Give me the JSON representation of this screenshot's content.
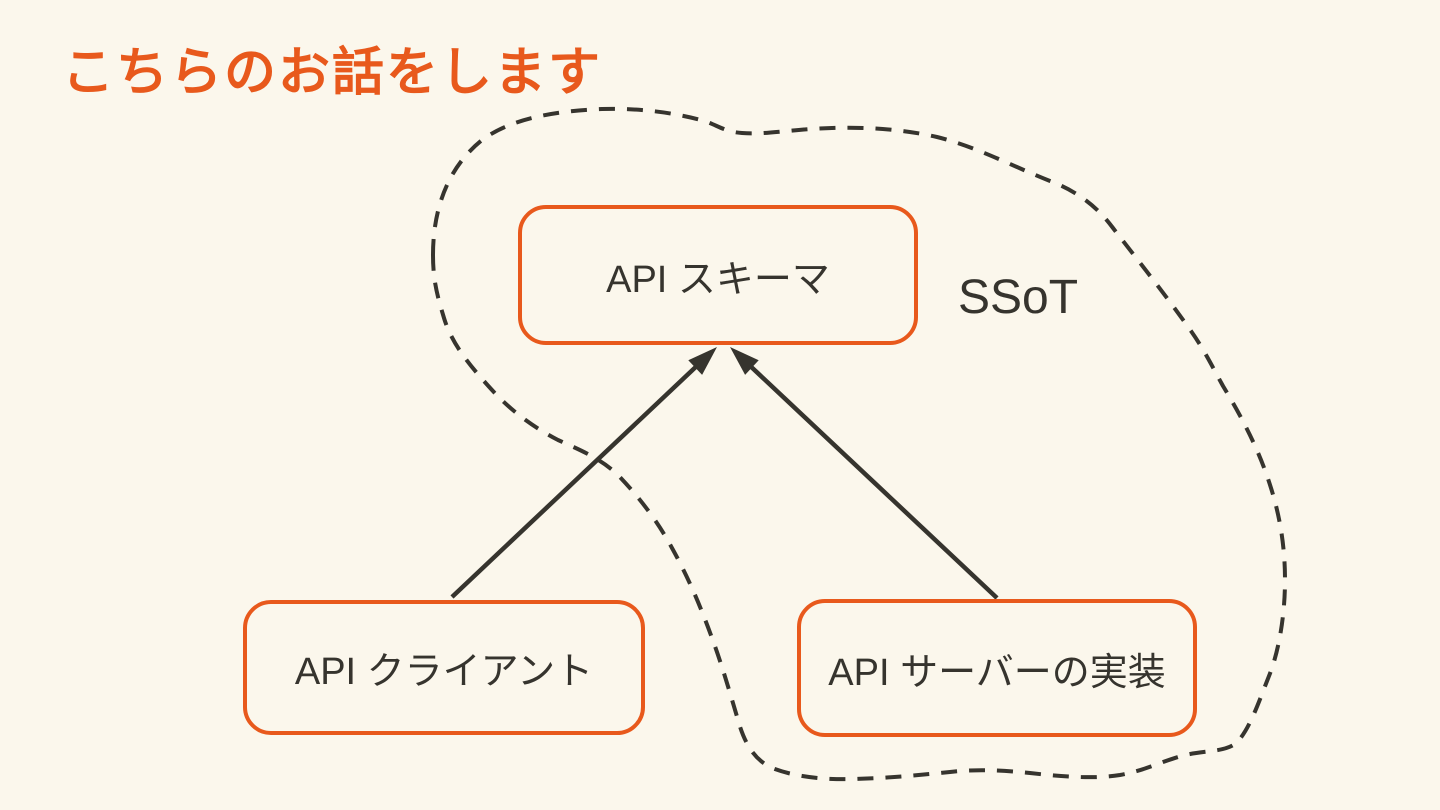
{
  "slide": {
    "title": "こちらのお話をします",
    "annotation": "SSoT"
  },
  "diagram": {
    "nodes": [
      {
        "id": "api-schema",
        "label": "API スキーマ"
      },
      {
        "id": "api-client",
        "label": "API クライアント"
      },
      {
        "id": "api-server",
        "label": "API サーバーの実装"
      }
    ],
    "edges": [
      {
        "from": "api-client",
        "to": "api-schema",
        "style": "solid-arrow"
      },
      {
        "from": "api-server",
        "to": "api-schema",
        "style": "solid-arrow"
      }
    ],
    "grouping": {
      "style": "hand-drawn-dashed-outline",
      "contains": [
        "api-schema",
        "api-server"
      ],
      "excludes": [
        "api-client"
      ],
      "label": "SSoT"
    }
  },
  "colors": {
    "bg": "#FBF7EC",
    "accent": "#E8591C",
    "ink": "#36342E"
  }
}
